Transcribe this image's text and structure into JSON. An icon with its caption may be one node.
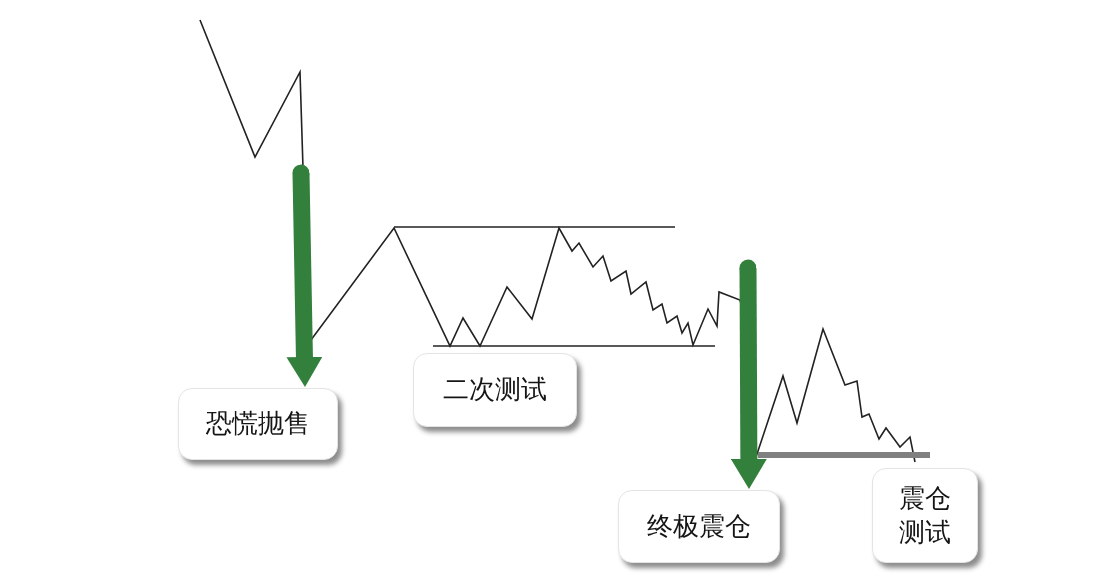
{
  "diagram": {
    "nodes": [
      {
        "text": [
          "恐慌抛售"
        ]
      },
      {
        "text": [
          "二次测试"
        ]
      },
      {
        "text": [
          "终极震仓"
        ]
      },
      {
        "text": [
          "震仓测试"
        ]
      }
    ],
    "edges": [
      {
        "from": null,
        "to": 0,
        "arrow": "to"
      },
      {
        "from": null,
        "to": 2,
        "arrow": "to"
      }
    ]
  }
}
